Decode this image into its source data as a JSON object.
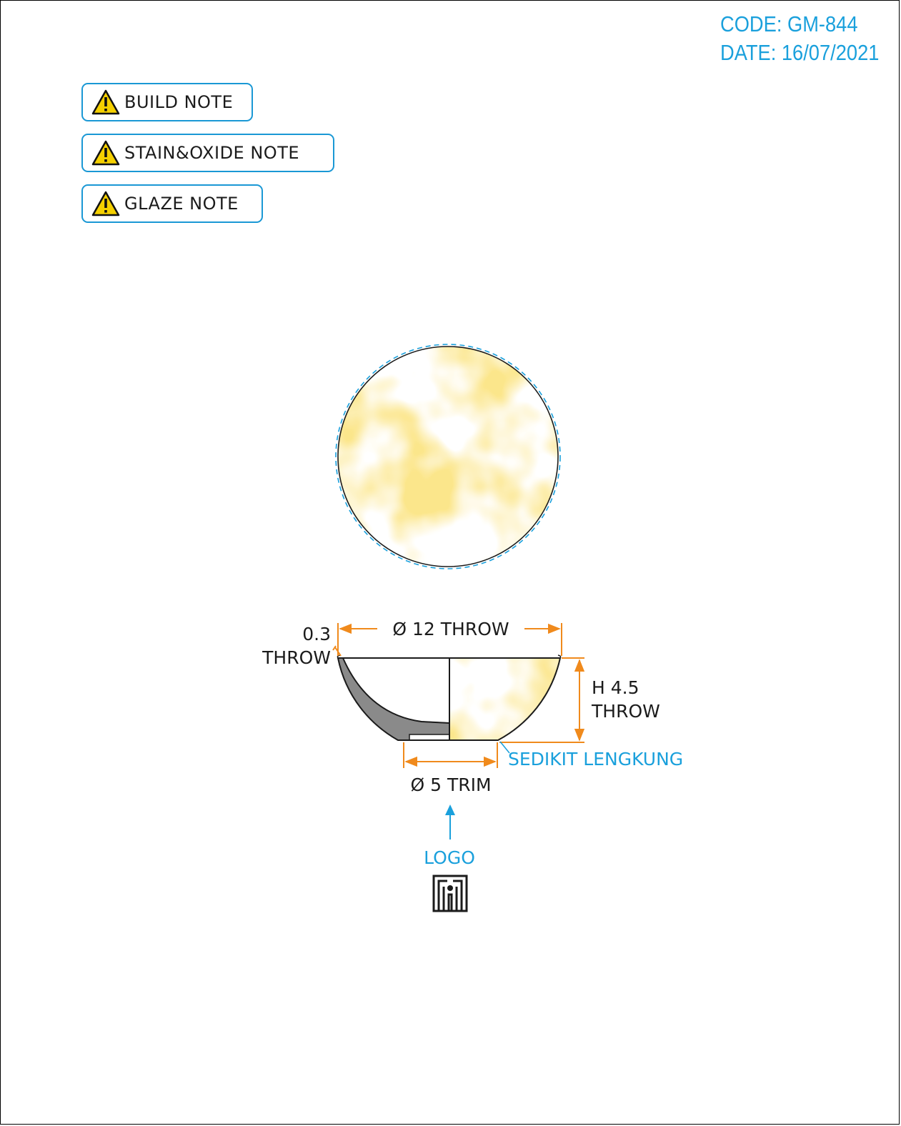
{
  "header": {
    "code": "CODE: GM-844",
    "date": "DATE: 16/07/2021"
  },
  "notes": [
    {
      "label": "BUILD NOTE",
      "icon": "warning-icon"
    },
    {
      "label": "STAIN&OXIDE NOTE",
      "icon": "warning-icon"
    },
    {
      "label": "GLAZE NOTE",
      "icon": "warning-icon"
    }
  ],
  "dimensions": {
    "diameter": "Ø 12 THROW",
    "thickness_value": "0.3",
    "thickness_method": "THROW",
    "height_value": "H 4.5",
    "height_method": "THROW",
    "foot": "Ø 5 TRIM",
    "foot_note": "SEDIKIT LENGKUNG"
  },
  "logo": {
    "label": "LOGO",
    "icon": "maker-mark-icon"
  },
  "colors": {
    "accent_blue": "#1aa0dc",
    "dimension_orange": "#f08a1c",
    "glaze_yellow": "#f7c842",
    "warning_yellow": "#f5d000"
  }
}
